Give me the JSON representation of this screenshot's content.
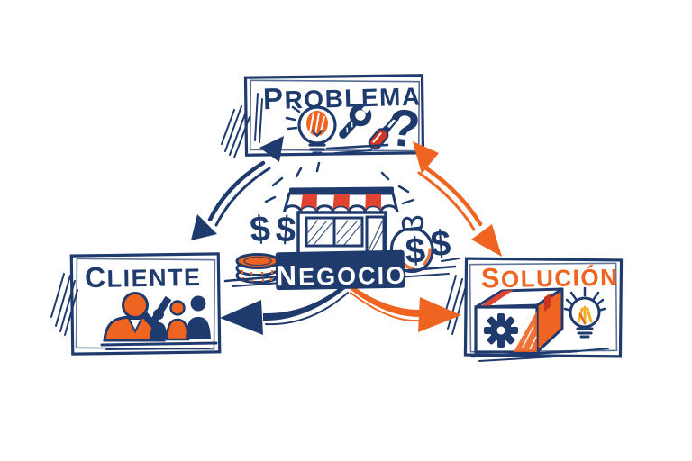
{
  "diagram": {
    "type": "business-model-cycle",
    "center": {
      "label": "NEGOCIO",
      "currency_symbol": "$",
      "icons": [
        "storefront-icon",
        "awning-icon",
        "coin-stack-icon",
        "money-bag-icon",
        "dollar-sign-icon"
      ]
    },
    "nodes": {
      "problema": {
        "label": "PROBLEMA",
        "label_color": "#1f3b6e",
        "question_mark": "?",
        "icons": [
          "lightbulb-icon",
          "wrench-icon",
          "screwdriver-icon",
          "question-mark-icon"
        ]
      },
      "cliente": {
        "label": "CLIENTE",
        "label_color": "#1f3b6e",
        "icons": [
          "person-icon",
          "checkmark-icon",
          "people-group-icon"
        ]
      },
      "solucion": {
        "label": "SOLUCIÓN",
        "label_color": "#ef6421",
        "icons": [
          "package-gear-icon",
          "idea-lightbulb-icon"
        ]
      }
    },
    "connections": [
      {
        "from": "problema",
        "to": "cliente",
        "style": "double-headed-curved",
        "color": "#1f3b6e"
      },
      {
        "from": "problema",
        "to": "solucion",
        "style": "double-headed-curved",
        "color": "#ef6421"
      },
      {
        "from": "negocio",
        "to": "cliente",
        "style": "single-curved",
        "color": "#1f3b6e"
      },
      {
        "from": "negocio",
        "to": "solucion",
        "style": "single-curved",
        "color": "#ef6421"
      }
    ],
    "colors": {
      "navy": "#1f3b6e",
      "orange": "#ef6421",
      "red": "#e04330",
      "yellow": "#f3b02c",
      "background": "#ffffff"
    }
  }
}
